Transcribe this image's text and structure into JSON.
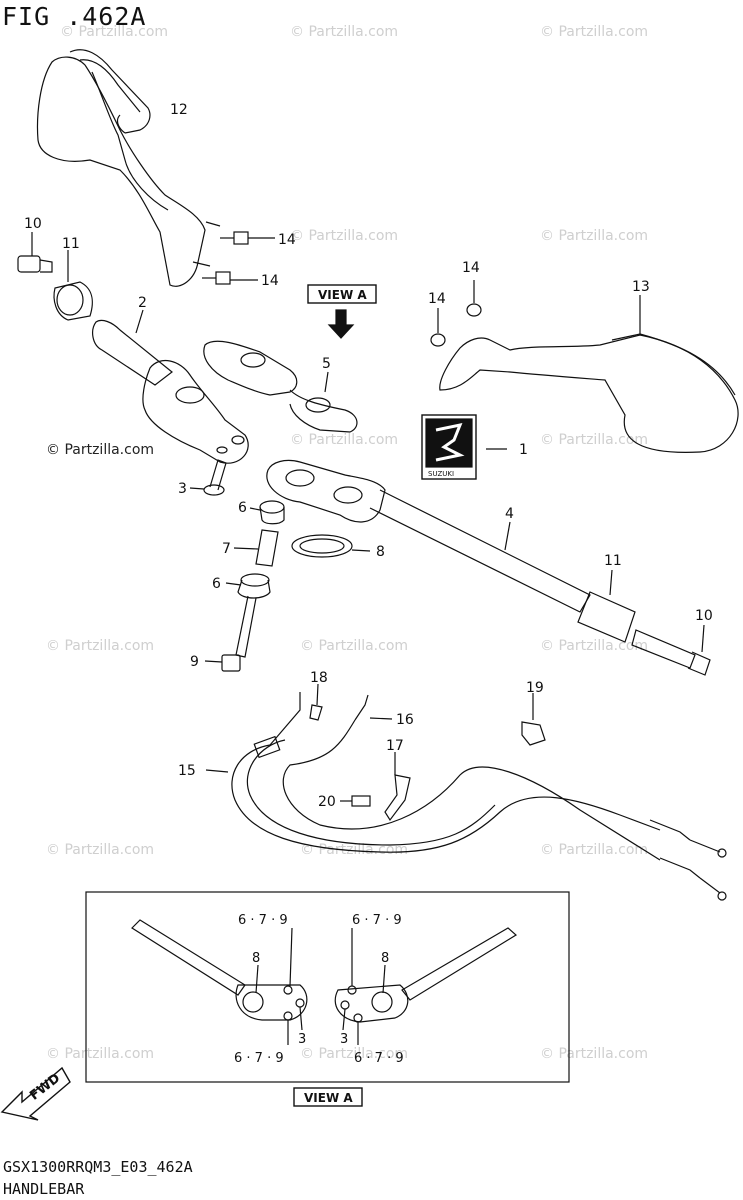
{
  "figure": {
    "title": "FIG .462A",
    "code": "GSX1300RRQM3_E03_462A",
    "caption": "HANDLEBAR"
  },
  "watermark": {
    "text": "© Partzilla.com",
    "color": "#cfcfcf"
  },
  "view_a_label": "VIEW A",
  "fwd_label": "FWD",
  "emblem_text": "SUZUKI",
  "callouts": {
    "c1": "1",
    "c2": "2",
    "c3": "3",
    "c4": "4",
    "c5": "5",
    "c6a": "6",
    "c6b": "6",
    "c7": "7",
    "c8": "8",
    "c9": "9",
    "c10a": "10",
    "c10b": "10",
    "c11a": "11",
    "c11b": "11",
    "c12": "12",
    "c13": "13",
    "c14a": "14",
    "c14b": "14",
    "c14c": "14",
    "c14d": "14",
    "c15": "15",
    "c16": "16",
    "c17": "17",
    "c18": "18",
    "c19": "19",
    "c20": "20"
  },
  "view_a_callouts": {
    "top_left": "6 · 7 · 9",
    "top_right": "6 · 7 · 9",
    "bottom_left": "6 · 7 · 9",
    "bottom_right": "6 · 7 · 9",
    "eight_left": "8",
    "eight_right": "8",
    "three_left": "3",
    "three_right": "3"
  }
}
